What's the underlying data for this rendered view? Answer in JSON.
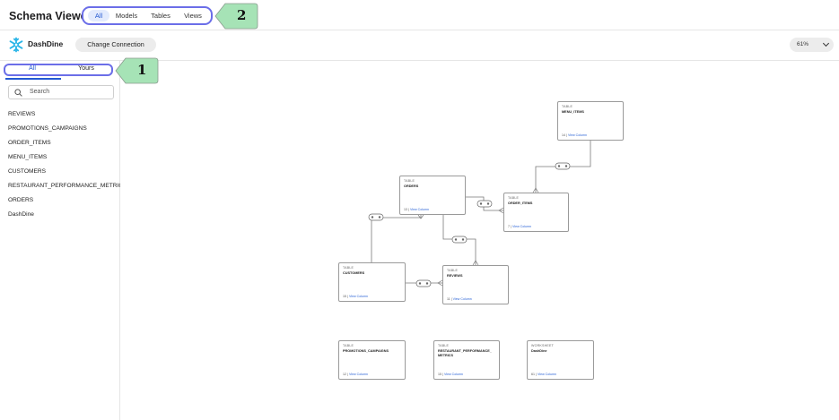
{
  "header": {
    "title": "Schema Viewer",
    "filter_tabs": [
      {
        "label": "All",
        "active": true
      },
      {
        "label": "Models",
        "active": false
      },
      {
        "label": "Tables",
        "active": false
      },
      {
        "label": "Views",
        "active": false
      }
    ]
  },
  "callouts": [
    {
      "number": "1",
      "target": "sidebar-tabs"
    },
    {
      "number": "2",
      "target": "filter-tabs"
    }
  ],
  "connection": {
    "database_name": "DashDine",
    "change_button_label": "Change Connection",
    "zoom_label": "61%"
  },
  "sidebar": {
    "tabs": [
      {
        "label": "All",
        "active": true
      },
      {
        "label": "Yours",
        "active": false
      }
    ],
    "search_placeholder": "Search",
    "items": [
      "REVIEWS",
      "PROMOTIONS_CAMPAIGNS",
      "ORDER_ITEMS",
      "MENU_ITEMS",
      "CUSTOMERS",
      "RESTAURANT_PERFORMANCE_METRICS",
      "ORDERS",
      "DashDine"
    ]
  },
  "canvas": {
    "view_columns_label": "View Column",
    "nodes": [
      {
        "id": "menu_items",
        "type": "TABLE",
        "name": "MENU_ITEMS",
        "column_count": "14"
      },
      {
        "id": "orders",
        "type": "TABLE",
        "name": "ORDERS",
        "column_count": "13"
      },
      {
        "id": "order_items",
        "type": "TABLE",
        "name": "ORDER_ITEMS",
        "column_count": "7"
      },
      {
        "id": "customers",
        "type": "TABLE",
        "name": "CUSTOMERS",
        "column_count": "15"
      },
      {
        "id": "reviews",
        "type": "TABLE",
        "name": "REVIEWS",
        "column_count": "11"
      },
      {
        "id": "promotions_campaigns",
        "type": "TABLE",
        "name": "PROMOTIONS_CAMPAIGNS",
        "column_count": "12"
      },
      {
        "id": "restaurant_performance_metrics",
        "type": "TABLE",
        "name": "RESTAURANT_PERFORMANCE_ METRICS",
        "column_count": "15"
      },
      {
        "id": "dashdine",
        "type": "WORKSHEET",
        "name": "DashDine",
        "column_count": "61"
      }
    ]
  },
  "colors": {
    "accent": "#2359d1",
    "callout_border": "#6b6ee8",
    "callout_badge": "#a6e3b6",
    "logo": "#29b5e8"
  }
}
